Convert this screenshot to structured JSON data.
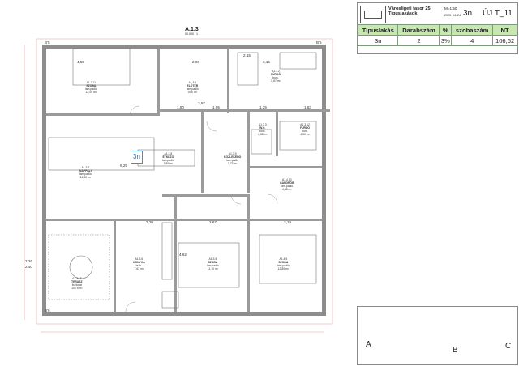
{
  "header": {
    "address": "Városligeti fasor 25.",
    "subtitle": "Típuslakások",
    "scale": "M=1:50",
    "date": "2020. 04. 24.",
    "unit_code": "3n",
    "type_code": "ÚJ T_11",
    "columns": [
      "Típuslakás",
      "Darabszám",
      "%",
      "szobaszám",
      "NT"
    ],
    "values": [
      "3n",
      "2",
      "3%",
      "4",
      "106,62"
    ]
  },
  "tag": "3n",
  "section": {
    "label": "A.1.3",
    "sub": "00.000 / 1"
  },
  "rooms": [
    {
      "code": "A1.3.11",
      "name": "SZOBA",
      "sub": "lam.padló",
      "area": "12,00 m²"
    },
    {
      "code": "A1.3.1",
      "name": "ELŐTÉR",
      "sub": "lam.padló",
      "area": "9,60 m²"
    },
    {
      "code": "A1.3.2",
      "name": "FÜRDŐ",
      "sub": "burk.",
      "area": "5,67 m²"
    },
    {
      "code": "A1.3.3",
      "name": "W.C.",
      "sub": "burk.",
      "area": "1,58 m²"
    },
    {
      "code": "A1.3.12",
      "name": "FÜRDŐ",
      "sub": "burk.",
      "area": "4,50 m²"
    },
    {
      "code": "A1.3.7",
      "name": "NAPPALI",
      "sub": "lam.padló",
      "area": "24,50 m²"
    },
    {
      "code": "A1.3.8",
      "name": "ÉTKEZŐ",
      "sub": "lam.padló",
      "area": "3,80 m²"
    },
    {
      "code": "A1.3.9",
      "name": "KÖZLEKEDŐ",
      "sub": "lam.padló",
      "area": "3,73 m²"
    },
    {
      "code": "A1.4.10",
      "name": "GARDRÓB",
      "sub": "lam.padló",
      "area": "4,48 m²"
    },
    {
      "code": "A1.3.6",
      "name": "KONYHA",
      "sub": "burk.",
      "area": "7,63 m²"
    },
    {
      "code": "A1.3.15",
      "name": "TERASZ",
      "sub": "burkolat",
      "area": "10,75 m²"
    },
    {
      "code": "A1.3.5",
      "name": "SZOBA",
      "sub": "lam.padló",
      "area": "11,70 m²"
    },
    {
      "code": "A1.4.5",
      "name": "SZOBA",
      "sub": "lam.padló",
      "area": "12,80 m²"
    }
  ],
  "dims": [
    "B'5",
    "4,55",
    "2,90",
    "3,15",
    "2,15",
    "6,25",
    "3,97",
    "1,60",
    "1,95",
    "1,25",
    "1,83",
    "2,20",
    "2,67",
    "3,19",
    "4,62",
    "2,26",
    "2,40",
    "B'6",
    "B'5"
  ],
  "minimap": {
    "labels": [
      "A",
      "B",
      "C"
    ]
  },
  "colors": {
    "wall": "#8d8d8d",
    "dim_red": "#e0a0a0",
    "tag": "#1d6fb8",
    "header_green": "#c6e7b0"
  }
}
